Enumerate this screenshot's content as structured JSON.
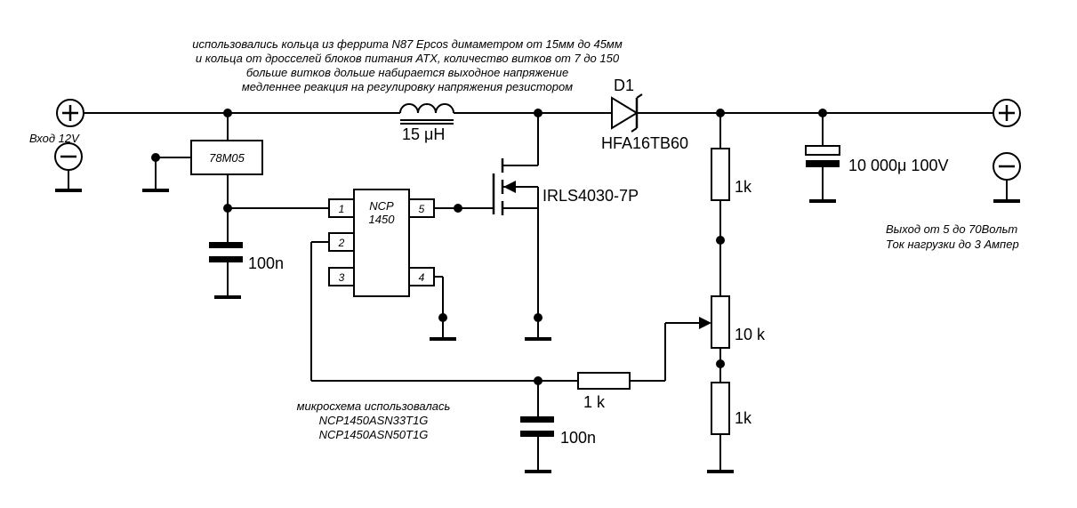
{
  "notes": {
    "top": [
      "использовались кольца из феррита N87 Epcos димаметром от 15мм до 45мм",
      "и кольца от дросселей блоков питания ATX, количество витков от 7 до 150",
      "больше витков дольше набирается выходное напряжение",
      "медленнее реакция на регулировку напряжения резистором"
    ],
    "input": "Вход 12V",
    "output": [
      "Выход от 5 до 70Вольт",
      "Ток нагрузки до 3 Ампер"
    ],
    "chip": [
      "микросхема использовалась",
      "NCP1450ASN33T1G",
      "NCP1450ASN50T1G"
    ]
  },
  "components": {
    "regulator": "78M05",
    "ic_name": [
      "NCP",
      "1450"
    ],
    "ic_pins": [
      "1",
      "2",
      "3",
      "4",
      "5"
    ],
    "inductor": "15 μH",
    "diode_ref": "D1",
    "diode_part": "HFA16TB60",
    "mosfet": "IRLS4030-7P",
    "c_out": "10 000μ  100V",
    "c_100n_1": "100n",
    "c_100n_2": "100n",
    "r_top": "1k",
    "pot": "10 k",
    "r_bottom": "1k",
    "r_series": "1 k"
  },
  "symbols": {
    "plus": "+",
    "minus": "−"
  }
}
